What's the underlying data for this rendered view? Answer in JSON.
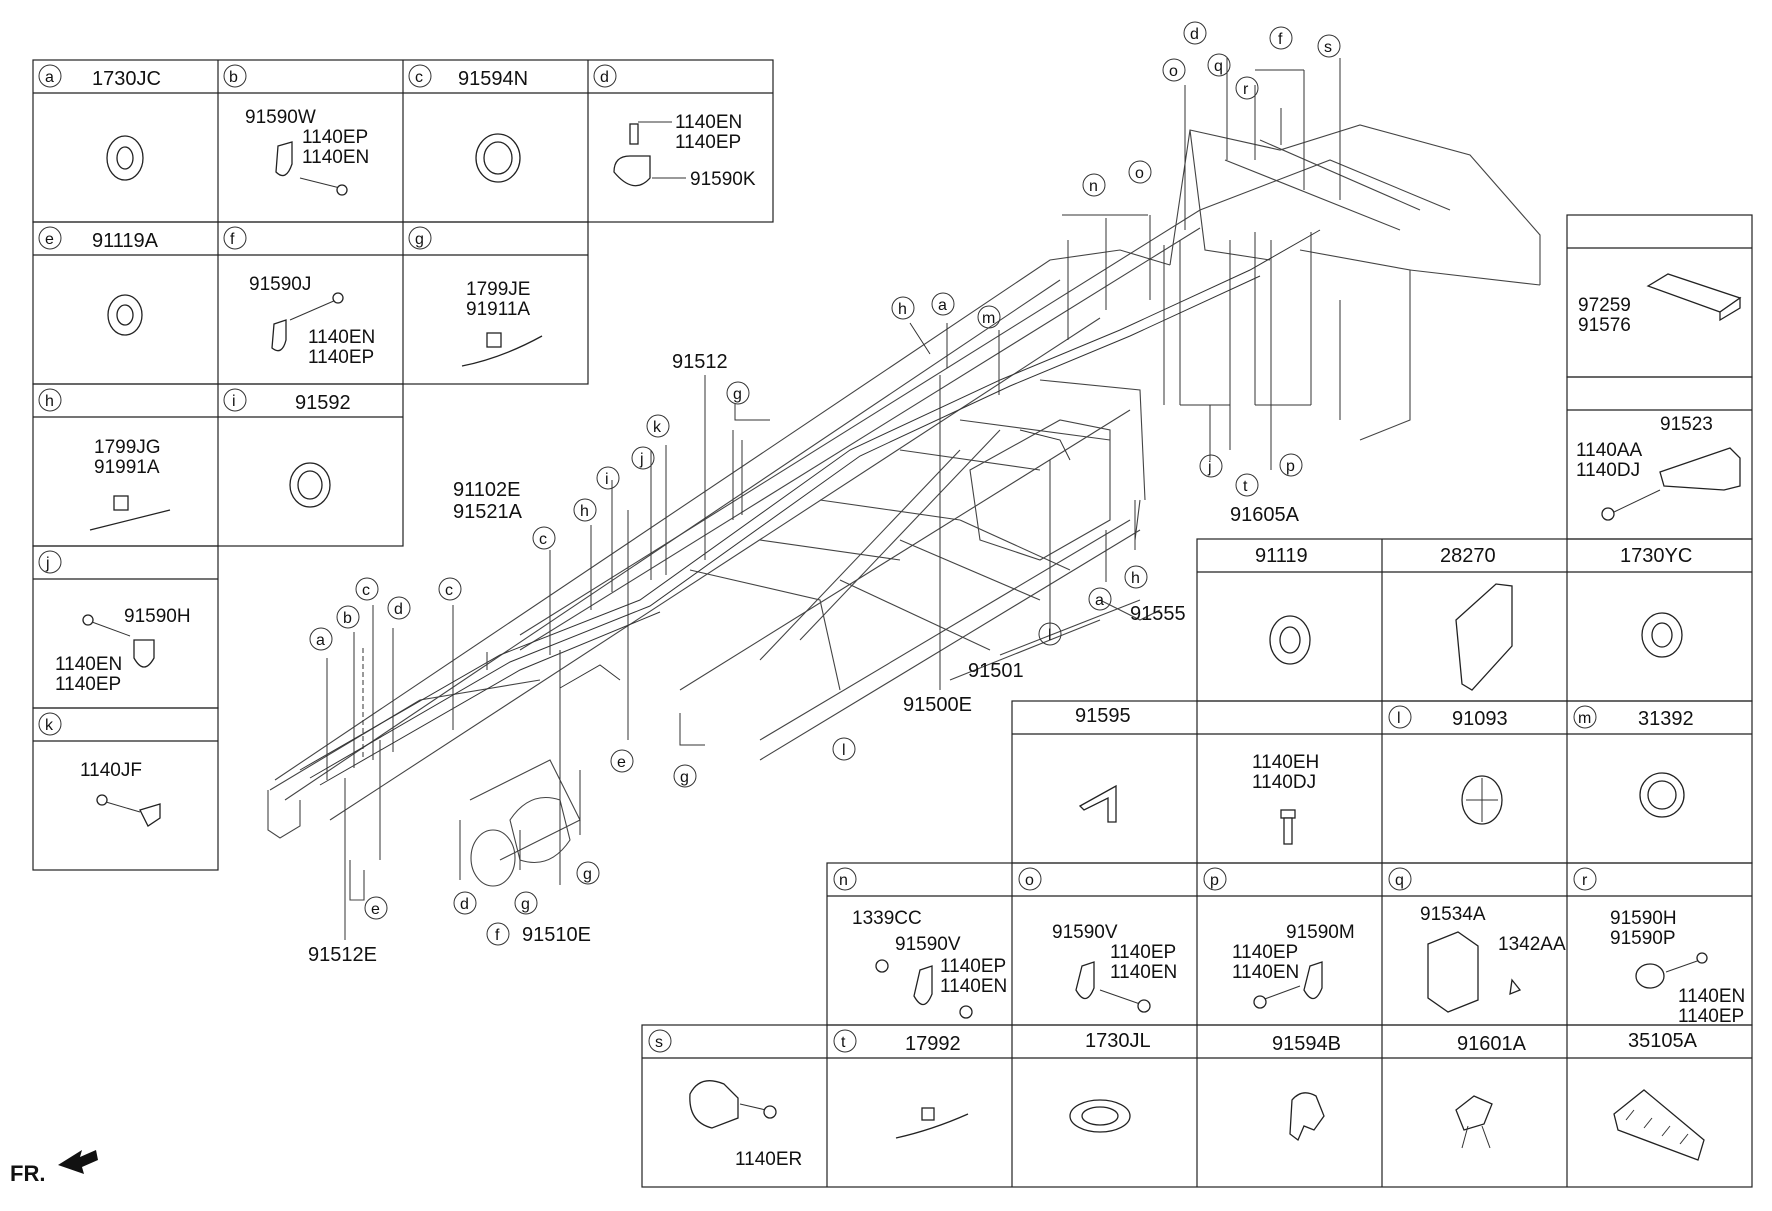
{
  "panels": [
    {
      "letter": "a",
      "part": "1730JC"
    },
    {
      "letter": "b",
      "codes": [
        "91590W",
        "1140EP",
        "1140EN"
      ]
    },
    {
      "letter": "c",
      "part": "91594N"
    },
    {
      "letter": "d",
      "codes": [
        "1140EN",
        "1140EP",
        "91590K"
      ]
    },
    {
      "letter": "e",
      "part": "91119A"
    },
    {
      "letter": "f",
      "codes": [
        "91590J",
        "1140EN",
        "1140EP"
      ]
    },
    {
      "letter": "g",
      "codes": [
        "1799JE",
        "91911A"
      ]
    },
    {
      "letter": "h",
      "codes": [
        "1799JG",
        "91991A"
      ]
    },
    {
      "letter": "i",
      "part": "91592"
    },
    {
      "letter": "j",
      "codes": [
        "91590H",
        "1140EN",
        "1140EP"
      ]
    },
    {
      "letter": "k",
      "codes": [
        "1140JF"
      ]
    },
    {
      "letter": "n",
      "codes": [
        "1339CC",
        "91590V",
        "1140EP",
        "1140EN"
      ]
    },
    {
      "letter": "o",
      "codes": [
        "91590V",
        "1140EP",
        "1140EN"
      ]
    },
    {
      "letter": "p",
      "codes": [
        "91590M",
        "1140EP",
        "1140EN"
      ]
    },
    {
      "letter": "q",
      "codes": [
        "91534A",
        "1342AA"
      ]
    },
    {
      "letter": "r",
      "codes": [
        "91590H",
        "91590P",
        "1140EN",
        "1140EP"
      ]
    },
    {
      "letter": "s",
      "codes": [
        "1140ER"
      ]
    },
    {
      "letter": "t",
      "part": "17992"
    },
    {
      "letter": "l",
      "part": "91093"
    },
    {
      "letter": "m",
      "part": "31392"
    }
  ],
  "right_table": {
    "top_pair": [
      "97259",
      "91576"
    ],
    "bracket": [
      "91523",
      "1140AA",
      "1140DJ"
    ],
    "row1": [
      "91119",
      "28270",
      "1730YC"
    ],
    "row2": [
      "91595",
      "1140EH",
      "1140DJ"
    ],
    "row5": [
      "1730JL",
      "91594B",
      "91601A",
      "35105A"
    ]
  },
  "callouts": {
    "main_parts": [
      "91512",
      "91102E",
      "91521A",
      "91605A",
      "91555",
      "91501",
      "91500E",
      "91512E",
      "91510E"
    ],
    "letters": [
      "a",
      "b",
      "c",
      "d",
      "e",
      "f",
      "g",
      "h",
      "i",
      "j",
      "k",
      "l",
      "m",
      "n",
      "o",
      "p",
      "q",
      "r",
      "s",
      "t"
    ]
  },
  "fr_label": "FR."
}
